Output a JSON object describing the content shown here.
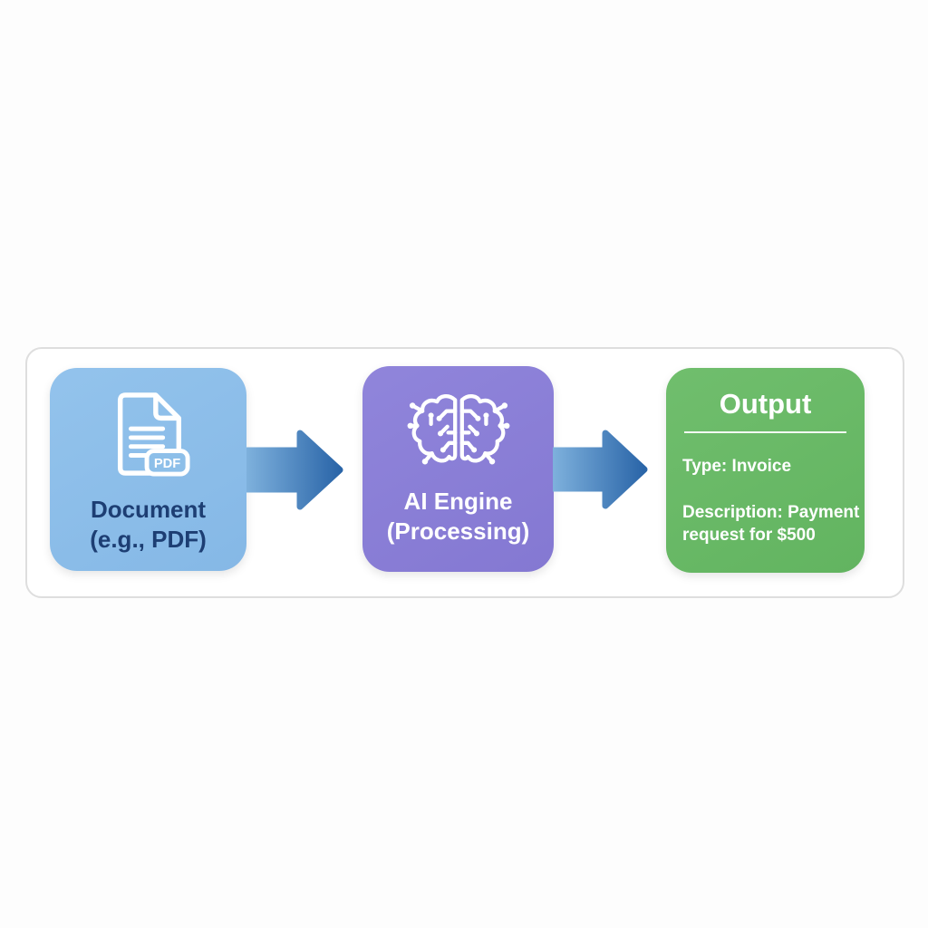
{
  "diagram": {
    "title": "document-ai-processing-flow",
    "nodes": [
      {
        "id": "document",
        "label_lines": [
          "Document",
          "(e.g., PDF)"
        ],
        "icon": "pdf-document-icon",
        "badge_label": "PDF",
        "fill_color": "#8dbfe9",
        "text_color": "#1d3e73"
      },
      {
        "id": "ai-engine",
        "label_lines": [
          "AI Engine",
          "(Processing)"
        ],
        "icon": "brain-circuit-icon",
        "fill_color": "#8a7ed7",
        "text_color": "#ffffff"
      },
      {
        "id": "output",
        "title": "Output",
        "fields": [
          {
            "lines": [
              "Type: Invoice"
            ]
          },
          {
            "lines": [
              "Description: Payment",
              "request for $500"
            ]
          }
        ],
        "fill_color": "#69b967",
        "text_color": "#ffffff"
      }
    ],
    "arrows": [
      {
        "from": "document",
        "to": "ai-engine",
        "gradient_start": "#7db0dc",
        "gradient_end": "#2a65a8"
      },
      {
        "from": "ai-engine",
        "to": "output",
        "gradient_start": "#7db0dc",
        "gradient_end": "#2a65a8"
      }
    ]
  }
}
